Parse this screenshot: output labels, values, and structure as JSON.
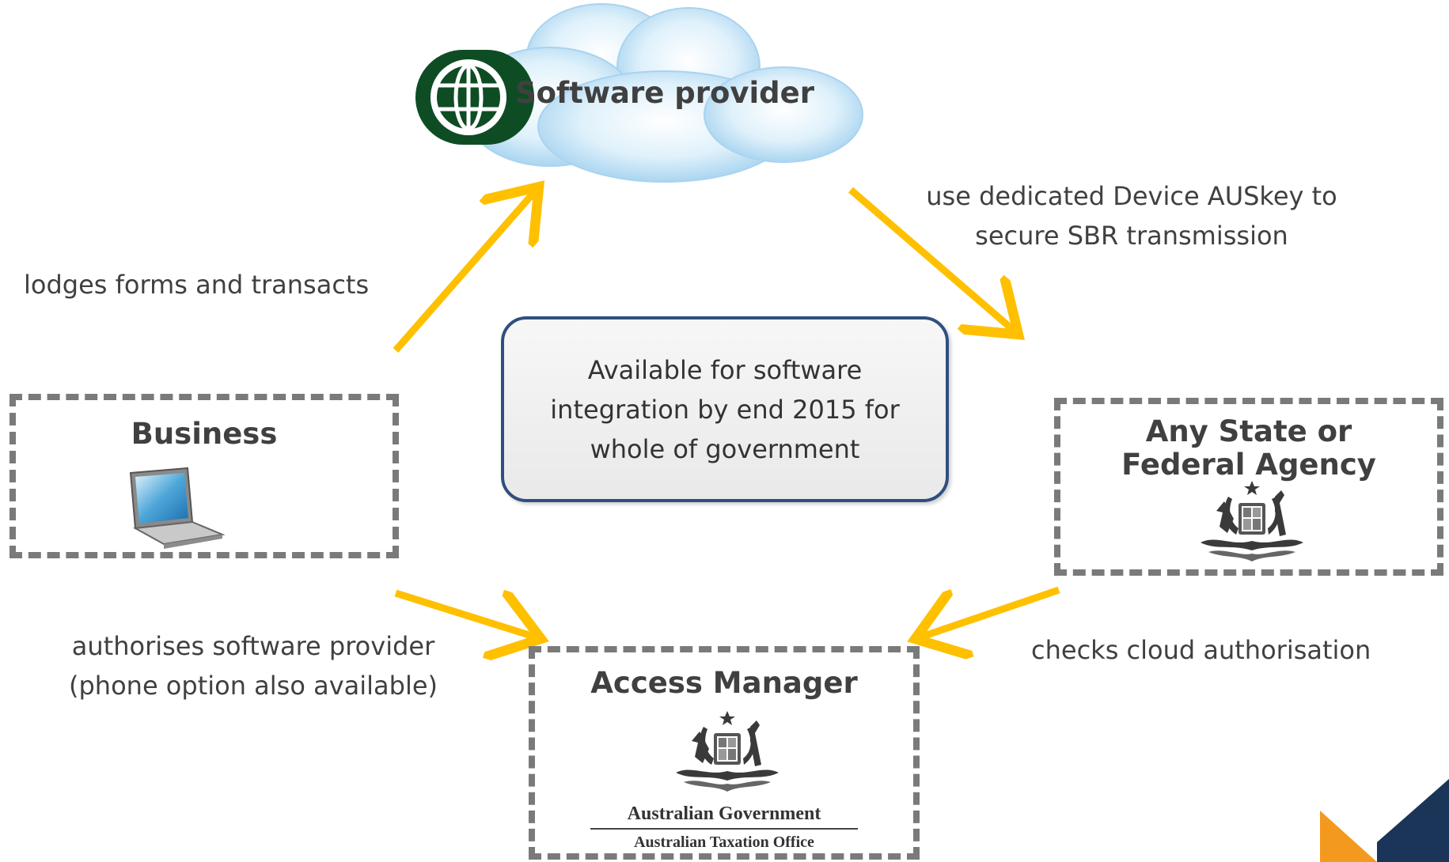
{
  "cloud": {
    "label": "Software provider"
  },
  "edges": {
    "business_to_provider": "lodges forms and transacts",
    "provider_to_agency_line1": "use dedicated Device AUSkey to",
    "provider_to_agency_line2": "secure SBR transmission",
    "business_to_access_line1": "authorises software provider",
    "business_to_access_line2": "(phone option also available)",
    "agency_to_access": "checks cloud authorisation"
  },
  "note": {
    "line1": "Available for software",
    "line2": "integration by end 2015 for",
    "line3": "whole of government"
  },
  "nodes": {
    "business": {
      "title": "Business",
      "icon": "laptop-icon"
    },
    "agency": {
      "title_line1": "Any State or",
      "title_line2": "Federal Agency",
      "icon": "coat-of-arms-icon"
    },
    "access_manager": {
      "title": "Access Manager",
      "icon": "coat-of-arms-icon",
      "org_line1": "Australian Government",
      "org_line2": "Australian Taxation Office"
    }
  },
  "colors": {
    "arrow": "#FFC000",
    "dashed_border": "#7a7a7a",
    "note_border": "#2f4f7f",
    "corner_orange": "#F39A1E",
    "corner_navy": "#1a3557"
  }
}
